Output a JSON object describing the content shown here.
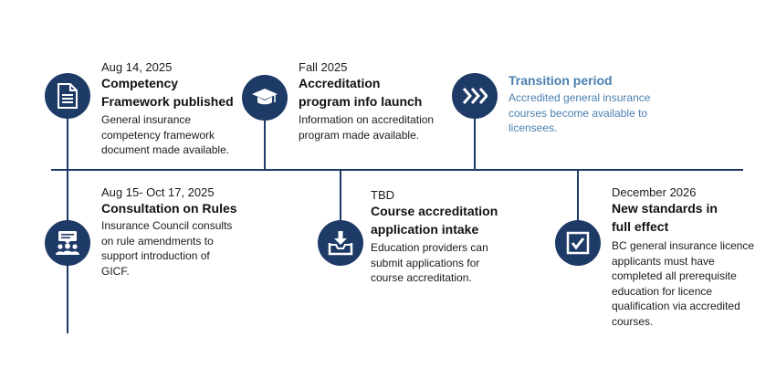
{
  "milestones": {
    "m1": {
      "date": "Aug 14, 2025",
      "title": "Competency Framework published",
      "description": "General insurance competency framework document made available.",
      "icon": "document-icon"
    },
    "m2": {
      "date": "Fall 2025",
      "title": "Accreditation program info launch",
      "description": "Information on accreditation program made available.",
      "icon": "graduation-cap-icon"
    },
    "m3": {
      "date": "",
      "title": "Transition period",
      "description": "Accredited general insurance courses become available to licensees.",
      "icon": "forward-chevrons-icon"
    },
    "m4": {
      "date": "Aug 15- Oct 17, 2025",
      "title": "Consultation on Rules",
      "description": "Insurance Council consults on rule amendments to support introduction of GICF.",
      "icon": "group-chat-icon"
    },
    "m5": {
      "date": "TBD",
      "title": "Course accreditation application intake",
      "description": "Education providers can submit applications for course accreditation.",
      "icon": "inbox-download-icon"
    },
    "m6": {
      "date": "December 2026",
      "title": "New standards in full effect",
      "description": "BC general insurance licence applicants must have completed all prerequisite education for licence qualification via accredited courses.",
      "icon": "checkbox-icon"
    }
  },
  "colors": {
    "primary": "#1e3a66",
    "highlight": "#4a7fb0",
    "text": "#1a1a1a"
  }
}
